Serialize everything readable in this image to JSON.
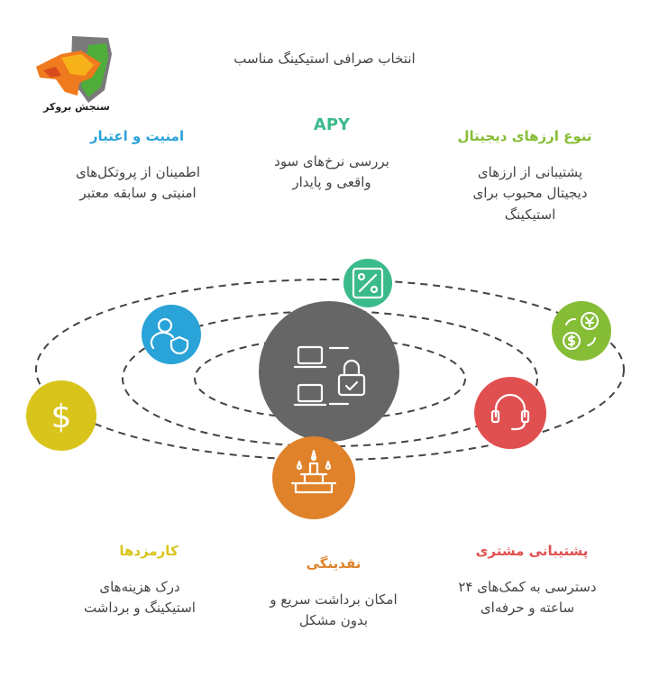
{
  "title": "انتخاب صرافی استیکینگ مناسب",
  "logo": {
    "name": "سنجش بروکر"
  },
  "center": {
    "icon": "laptops-lock-icon",
    "color": "#666666"
  },
  "features": [
    {
      "id": "apy",
      "heading": "APY",
      "line1": "بررسی نرخ‌های سود",
      "line2": "واقعی و پایدار",
      "line3": "",
      "color": "#3bba8c",
      "icon": "percent-icon"
    },
    {
      "id": "security",
      "heading": "امنیت و اعتبار",
      "line1": "اطمینان از پروتکل‌های",
      "line2": "امنیتی و سابقه معتبر",
      "line3": "",
      "color": "#2aa3d8",
      "icon": "user-shield-icon"
    },
    {
      "id": "diversity",
      "heading": "تنوع ارزهای دیجیتال",
      "line1": "پشتیبانی از ارزهای",
      "line2": "دیجیتال محبوب برای",
      "line3": "استیکینگ",
      "color": "#86bd36",
      "icon": "currency-exchange-icon"
    },
    {
      "id": "fees",
      "heading": "کارمزدها",
      "line1": "درک هزینه‌های",
      "line2": "استیکینگ و برداشت",
      "line3": "",
      "color": "#d9c41c",
      "icon": "dollar-icon"
    },
    {
      "id": "liquidity",
      "heading": "نقدینگی",
      "line1": "امکان برداشت سریع و",
      "line2": "بدون مشکل",
      "line3": "",
      "color": "#e0822a",
      "icon": "fountain-icon"
    },
    {
      "id": "support",
      "heading": "پشتیبانی مشتری",
      "line1": "دسترسی به کمک‌های ۲۴",
      "line2": "ساعته و حرفه‌ای",
      "line3": "",
      "color": "#e15050",
      "icon": "headset-icon"
    }
  ]
}
